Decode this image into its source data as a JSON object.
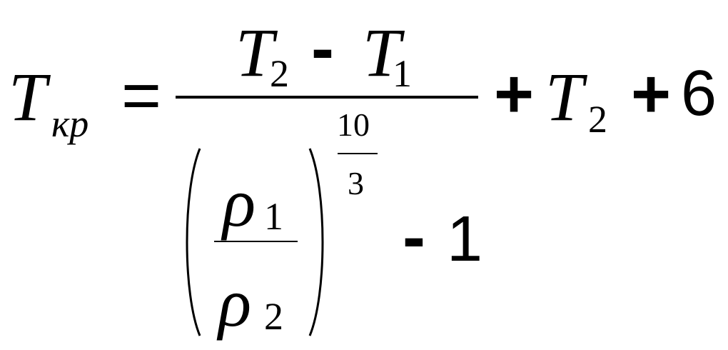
{
  "formula": {
    "lhs": {
      "symbol": "T",
      "subscript": "кр"
    },
    "equals": "=",
    "numerator": {
      "a_symbol": "T",
      "a_subscript": "2",
      "minus": "-",
      "b_symbol": "T",
      "b_subscript": "1"
    },
    "denominator": {
      "inner_num_symbol": "ρ",
      "inner_num_subscript": "1",
      "inner_den_symbol": "ρ",
      "inner_den_subscript": "2",
      "exponent_num": "10",
      "exponent_den": "3",
      "minus": "-",
      "one": "1"
    },
    "plus1": "+",
    "t2_symbol": "T",
    "t2_subscript": "2",
    "plus2": "+",
    "constant": "6"
  }
}
